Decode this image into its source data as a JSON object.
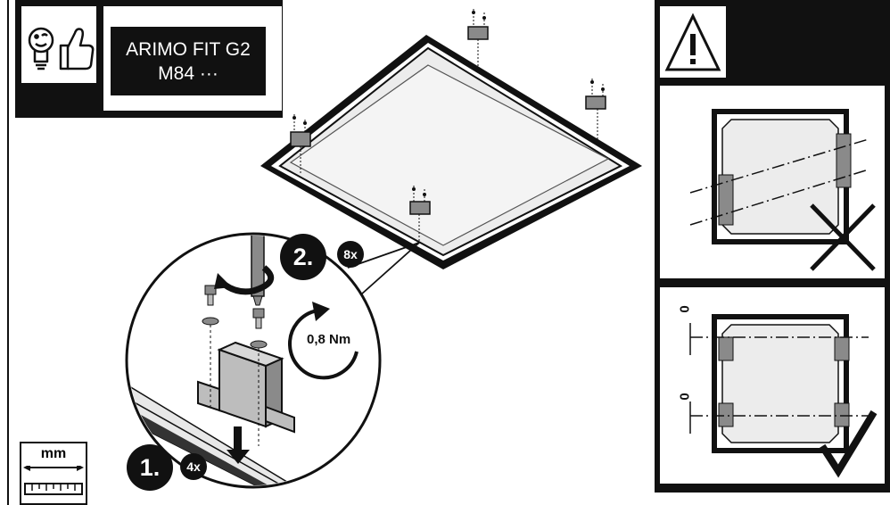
{
  "header": {
    "tip_icon": "lightbulb-thumbs-up-icon",
    "product_line1": "ARIMO FIT G2",
    "product_line2": "M84 ···"
  },
  "steps": {
    "step1_number": "1.",
    "step1_count": "4x",
    "step2_number": "2.",
    "step2_count": "8x",
    "torque": "0,8 Nm"
  },
  "warning_panel": {
    "warning_icon": "warning-triangle-icon",
    "wrong_icon": "cross-icon",
    "right_icon": "checkmark-icon",
    "gap_label_top": "0",
    "gap_label_bottom": "0"
  },
  "unit_badge": {
    "label": "mm",
    "icon": "ruler-icon"
  },
  "colors": {
    "ink": "#111111",
    "panel": "#ececec",
    "clip": "#8a8a8a"
  }
}
